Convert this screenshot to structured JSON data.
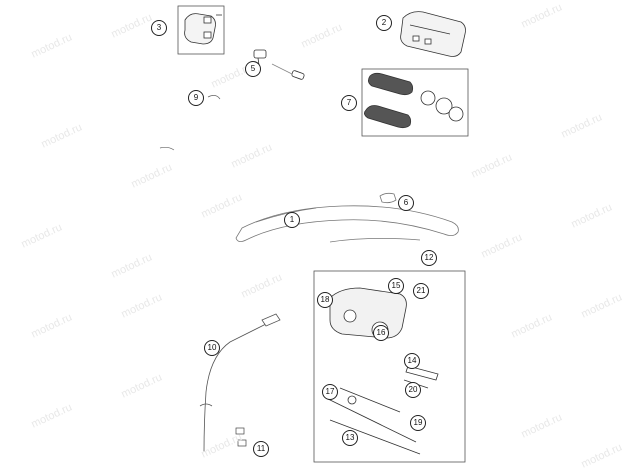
{
  "watermark": "motod.ru",
  "callouts": [
    "1",
    "2",
    "3",
    "5",
    "6",
    "7",
    "9",
    "10",
    "11",
    "12",
    "13",
    "14",
    "15",
    "16",
    "17",
    "18",
    "19",
    "20",
    "21"
  ],
  "colors": {
    "line": "#333333",
    "light": "#9a9a9a",
    "fill": "#ffffff",
    "watermark": "#e6e6e6"
  }
}
